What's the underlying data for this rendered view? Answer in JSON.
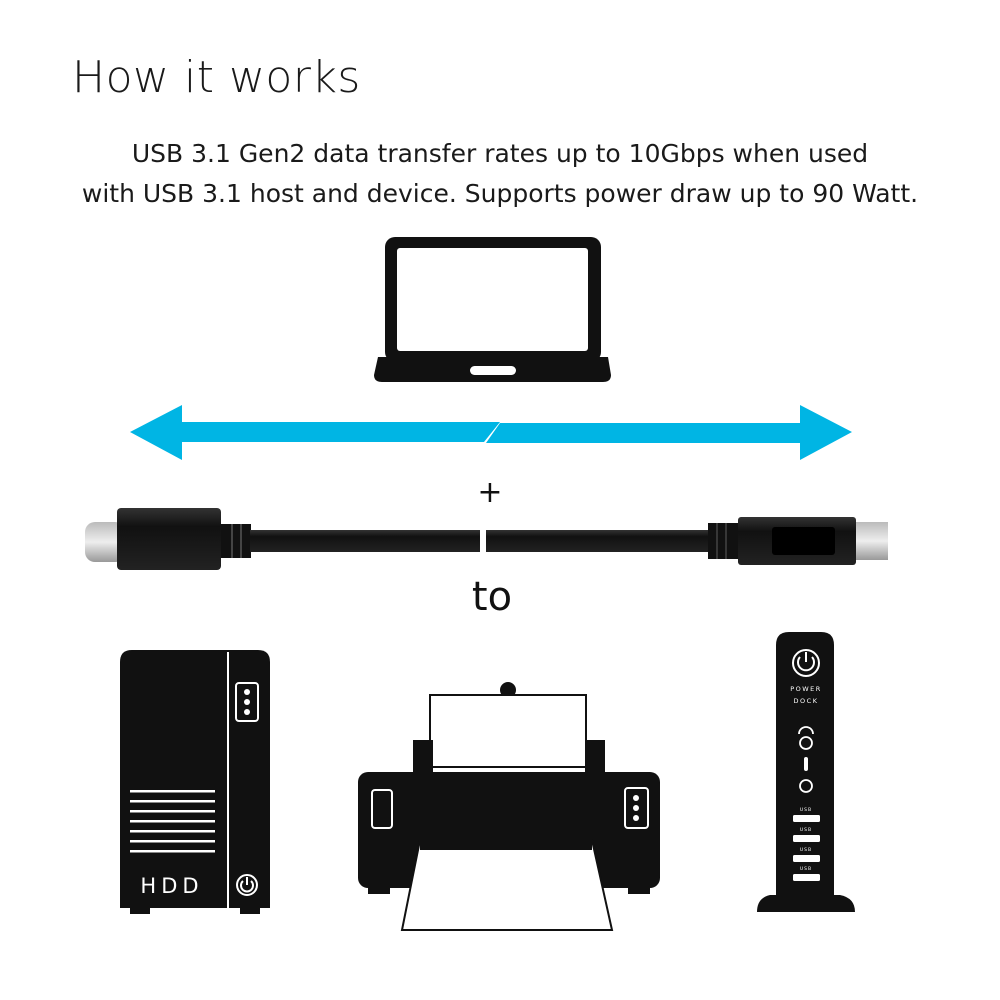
{
  "header": {
    "title": "How it works",
    "description_line1": "USB 3.1 Gen2 data transfer rates up to 10Gbps when used",
    "description_line2": "with USB 3.1 host and device. Supports power draw up to 90 Watt."
  },
  "diagram": {
    "plus_label": "+",
    "to_label": "to",
    "arrow_color": "#00b5e4",
    "devices": {
      "hdd_label": "HDD",
      "dock_power_label": "POWER",
      "dock_dock_label": "DOCK",
      "dock_usb_label": "USB"
    },
    "icons": [
      "laptop-icon",
      "bidirectional-arrow-icon",
      "usb-c-to-usb-b-cable-icon",
      "hdd-icon",
      "printer-icon",
      "docking-station-icon"
    ]
  }
}
